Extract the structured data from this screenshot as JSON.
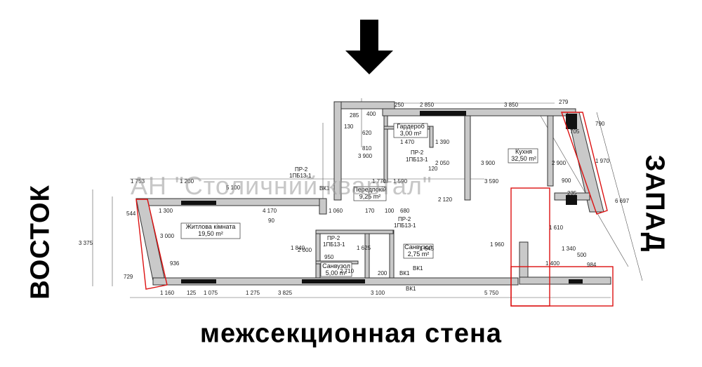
{
  "labels": {
    "east": "ВОСТОК",
    "west": "ЗАПАД",
    "bottom": "межсекционная стена",
    "watermark": "АН \"Столичний квартал\""
  },
  "rooms": [
    {
      "id": "room-wardrobe",
      "name": "Гардероб",
      "area": "3,00 m²"
    },
    {
      "id": "room-kitchen",
      "name": "Кухня",
      "area": "32,50 m²"
    },
    {
      "id": "room-hall",
      "name": "Передпокій",
      "area": "9,25 m²"
    },
    {
      "id": "room-living",
      "name": "Житлова кімната",
      "area": "19,50 m²"
    },
    {
      "id": "room-bath1",
      "name": "Санвузол",
      "area": "2,75 m²"
    },
    {
      "id": "room-bath2",
      "name": "Санвузол",
      "area": "5,00 m²"
    }
  ],
  "tags": [
    "ПР-2",
    "1ПБ13-1",
    "ВК1"
  ],
  "dimensions": [
    "250",
    "2 850",
    "3 850",
    "279",
    "285",
    "400",
    "130",
    "620",
    "810",
    "1 470",
    "1 390",
    "3 900",
    "2 050",
    "120",
    "3 900",
    "2 900",
    "900",
    "1 753",
    "1 200",
    "5 100",
    "1 770",
    "1 590",
    "3 590",
    "235",
    "2 000",
    "1 300",
    "4 170",
    "1 060",
    "680",
    "3 375",
    "3 000",
    "1 840",
    "1 625",
    "1 645",
    "1 960",
    "2 120",
    "1 610",
    "1 340",
    "500",
    "984",
    "950",
    "2 710",
    "936",
    "200",
    "1 400",
    "1 160",
    "125",
    "1 075",
    "1 275",
    "3 825",
    "3 100",
    "5 750",
    "1 970",
    "6 697",
    "790",
    "705",
    "544",
    "729",
    "90",
    "170",
    "100"
  ]
}
